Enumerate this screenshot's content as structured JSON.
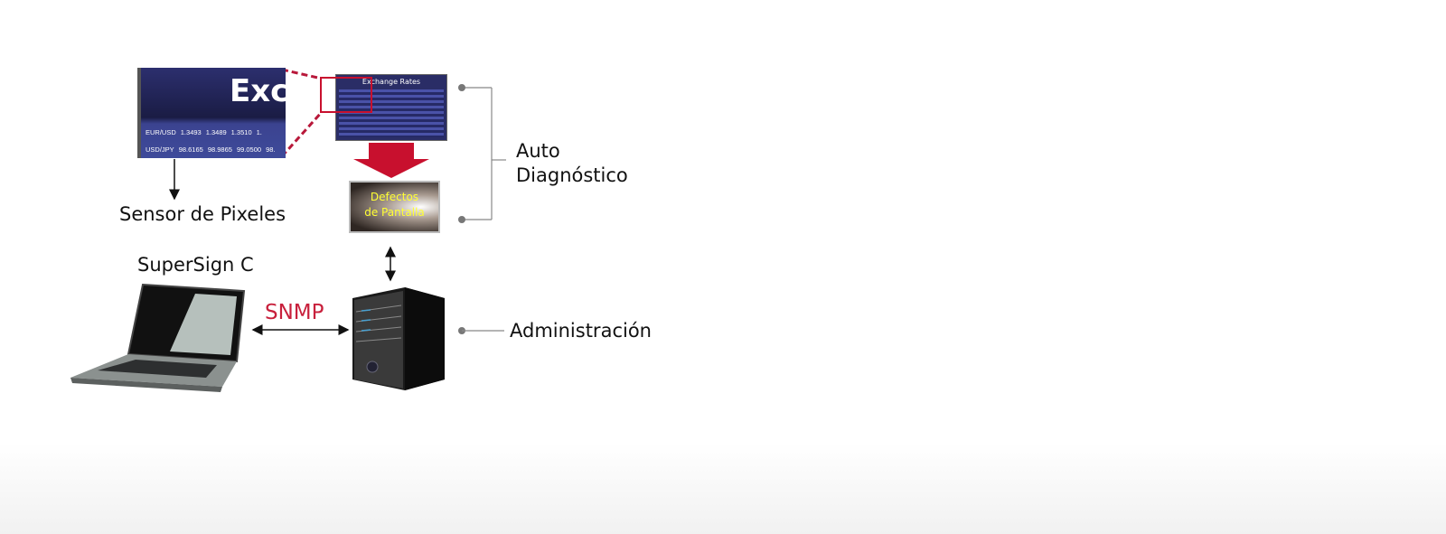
{
  "zoomed_screen": {
    "title": "Exch",
    "rows": [
      [
        "EUR/USD",
        "1.3493",
        "1.3489",
        "1.3510",
        "1."
      ],
      [
        "USD/JPY",
        "98.6165",
        "98.9865",
        "99.0500",
        "98."
      ]
    ]
  },
  "display_monitor": {
    "title": "Exchange  Rates"
  },
  "defect_monitor": {
    "line1": "Defectos",
    "line2": "de Pantalla"
  },
  "labels": {
    "pixel_sensor": "Sensor de Pixeles",
    "auto_diagnostic_1": "Auto",
    "auto_diagnostic_2": "Diagnóstico",
    "supersign": "SuperSign C",
    "protocol": "SNMP",
    "management": "Administración"
  },
  "colors": {
    "accent_red": "#c8203c",
    "defect_text": "#ffff33",
    "screen_blue": "#2c2f6e"
  },
  "icons": [
    "laptop-icon",
    "server-icon",
    "down-arrow-icon"
  ]
}
